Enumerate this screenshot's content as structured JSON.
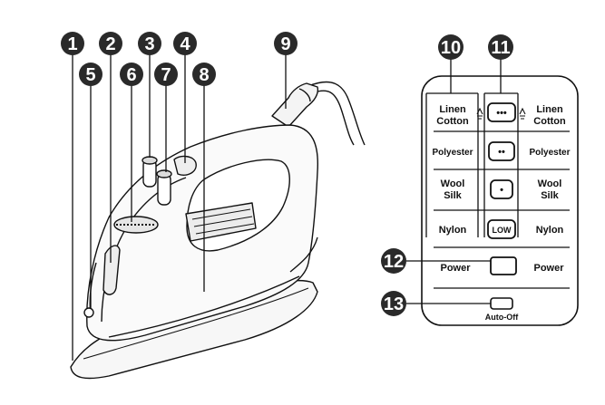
{
  "callouts": {
    "c1": "1",
    "c2": "2",
    "c3": "3",
    "c4": "4",
    "c5": "5",
    "c6": "6",
    "c7": "7",
    "c8": "8",
    "c9": "9",
    "c10": "10",
    "c11": "11",
    "c12": "12",
    "c13": "13"
  },
  "panel": {
    "rows": [
      {
        "left_l1": "Linen",
        "left_l2": "Cotton",
        "button": "•••",
        "right_l1": "Linen",
        "right_l2": "Cotton"
      },
      {
        "left_l1": "Polyester",
        "left_l2": "",
        "button": "••",
        "right_l1": "Polyester",
        "right_l2": ""
      },
      {
        "left_l1": "Wool",
        "left_l2": "Silk",
        "button": "•",
        "right_l1": "Wool",
        "right_l2": "Silk"
      },
      {
        "left_l1": "Nylon",
        "left_l2": "",
        "button": "LOW",
        "right_l1": "Nylon",
        "right_l2": ""
      }
    ],
    "power_left": "Power",
    "power_right": "Power",
    "auto_off": "Auto-Off"
  },
  "colors": {
    "ink": "#111111",
    "callout_fill": "#2a2a2a",
    "paper": "#ffffff"
  }
}
